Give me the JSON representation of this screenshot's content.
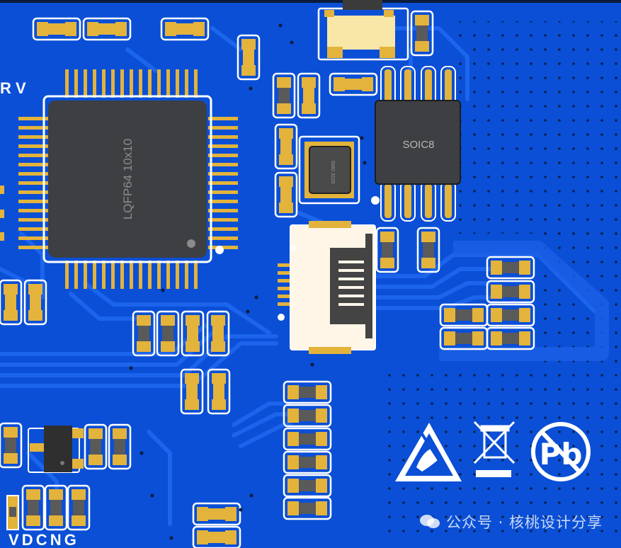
{
  "board": {
    "mcu_label": "LQFP64 10x10",
    "soic_label": "SOIC8",
    "crystal_label": "SMD 3225",
    "silk_top_left": "R V",
    "silk_bottom_left": "V D C N G"
  },
  "watermark": {
    "text": "公众号 · 核桃设计分享"
  },
  "colors": {
    "board_blue": "#0a4fd6",
    "trace_blue": "#1d66ee",
    "pad_gold": "#e3b33c",
    "ic_body": "#3d3f42",
    "silkscreen": "#ffffff"
  },
  "icons": [
    "esd-warning-icon",
    "weee-bin-icon",
    "lead-free-icon",
    "wechat-icon"
  ]
}
